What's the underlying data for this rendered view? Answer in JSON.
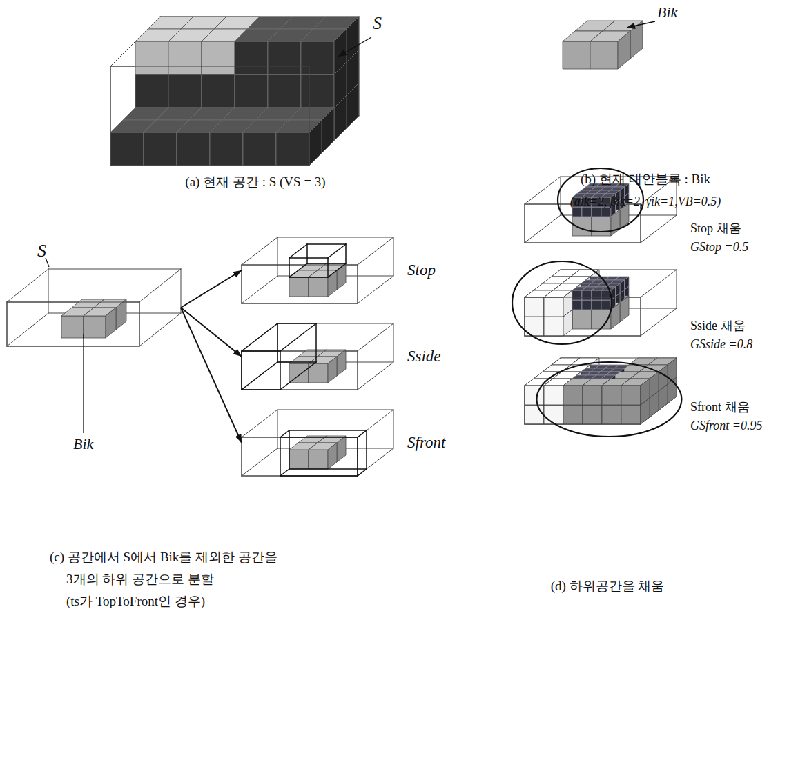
{
  "diagram": {
    "nodes": [
      {
        "text": [
          "S"
        ]
      },
      {
        "text": [
          "Stop"
        ]
      },
      {
        "text": [
          "Sside"
        ]
      },
      {
        "text": [
          "Sfront"
        ]
      },
      {
        "text": [
          "Stop 채움",
          "GStop =0.5"
        ]
      },
      {
        "text": [
          "Sside 채움",
          "GSside =0.8"
        ]
      },
      {
        "text": [
          "Sfront 채움",
          "GSfront =0.95"
        ]
      }
    ],
    "edges": [
      {
        "from": 0,
        "to": 1,
        "arrow": "to"
      },
      {
        "from": 0,
        "to": 2,
        "arrow": "to"
      },
      {
        "from": 0,
        "to": 3,
        "arrow": "to"
      }
    ],
    "labels": [
      "S",
      "(a) 현재 공간 : S (VS = 3)",
      "Bik",
      "(b) 현재 대안블록 : Bik",
      "(aik=2, βik=2, γik=1,VB=0.5)",
      "Bik",
      "(c) 공간에서 S에서 Bik를 제외한 공간을",
      "3개의 하위 공간으로 분할",
      "(ts가 TopToFront인 경우)",
      "(d) 하위공간을 채움"
    ]
  }
}
